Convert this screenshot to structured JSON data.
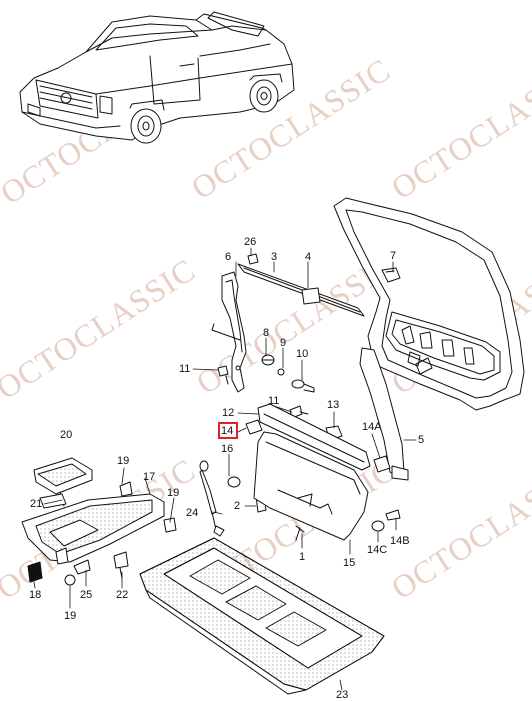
{
  "watermark": {
    "text": "OCTOCLASSIC",
    "color": "#e7cfc4"
  },
  "highlight": {
    "label": "14",
    "color": "#e32020"
  },
  "callouts": [
    {
      "id": "26",
      "label": "26"
    },
    {
      "id": "3",
      "label": "3"
    },
    {
      "id": "4",
      "label": "4"
    },
    {
      "id": "7",
      "label": "7"
    },
    {
      "id": "6",
      "label": "6"
    },
    {
      "id": "8",
      "label": "8"
    },
    {
      "id": "9",
      "label": "9"
    },
    {
      "id": "10",
      "label": "10"
    },
    {
      "id": "11a",
      "label": "11"
    },
    {
      "id": "11b",
      "label": "11"
    },
    {
      "id": "12",
      "label": "12"
    },
    {
      "id": "13",
      "label": "13"
    },
    {
      "id": "14",
      "label": "14"
    },
    {
      "id": "14A",
      "label": "14A"
    },
    {
      "id": "5",
      "label": "5"
    },
    {
      "id": "16",
      "label": "16"
    },
    {
      "id": "20",
      "label": "20"
    },
    {
      "id": "19a",
      "label": "19"
    },
    {
      "id": "17",
      "label": "17"
    },
    {
      "id": "19b",
      "label": "19"
    },
    {
      "id": "21",
      "label": "21"
    },
    {
      "id": "24",
      "label": "24"
    },
    {
      "id": "2",
      "label": "2"
    },
    {
      "id": "1",
      "label": "1"
    },
    {
      "id": "15",
      "label": "15"
    },
    {
      "id": "14C",
      "label": "14C"
    },
    {
      "id": "14B",
      "label": "14B"
    },
    {
      "id": "18",
      "label": "18"
    },
    {
      "id": "25",
      "label": "25"
    },
    {
      "id": "22",
      "label": "22"
    },
    {
      "id": "19c",
      "label": "19"
    },
    {
      "id": "23",
      "label": "23"
    }
  ]
}
